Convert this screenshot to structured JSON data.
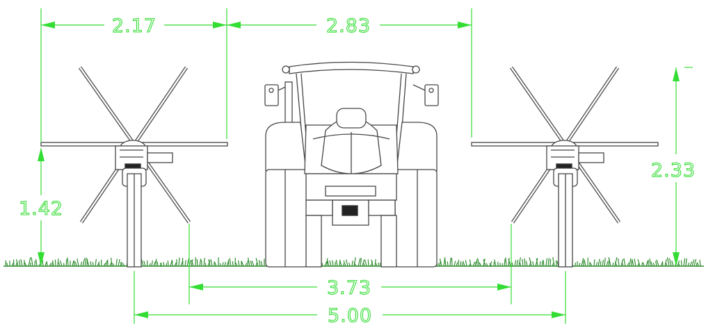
{
  "drawing": {
    "dimensions": {
      "top_left_width": "2.17",
      "top_center_width": "2.83",
      "left_wheel_height": "1.42",
      "right_total_height": "2.33",
      "bottom_inner_spacing": "3.73",
      "bottom_outer_spacing": "5.00"
    },
    "colors": {
      "dimension_lines": "#33dd33",
      "linework": "#444444",
      "grass": "#2e8b2e",
      "background": "#ffffff"
    }
  }
}
